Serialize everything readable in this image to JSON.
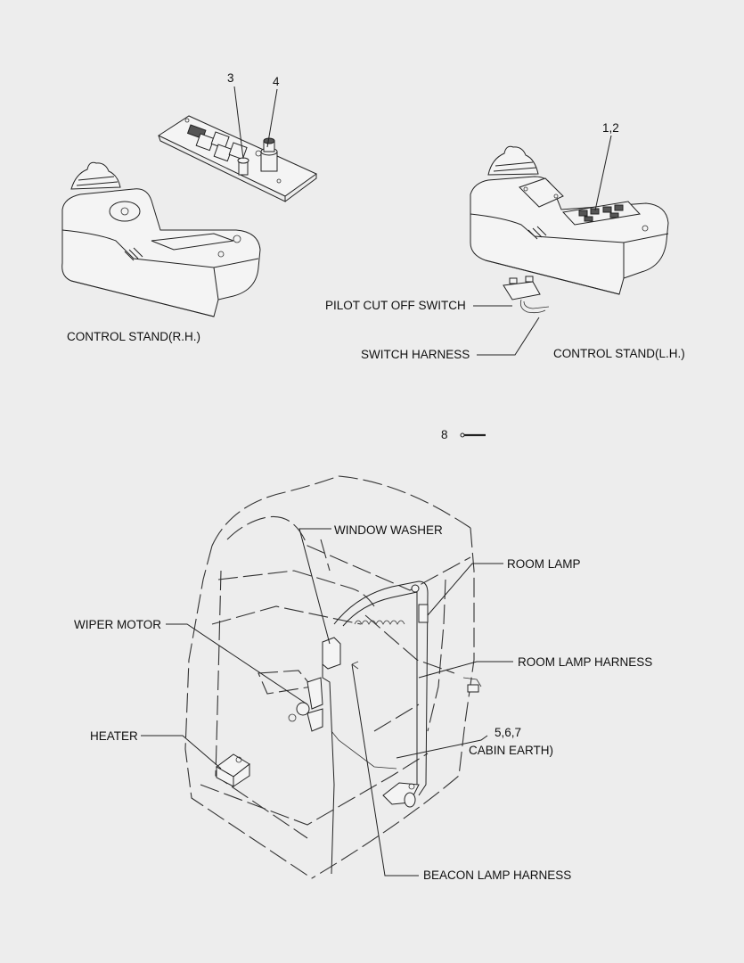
{
  "labels": {
    "control_stand_rh": "CONTROL STAND(R.H.)",
    "control_stand_lh": "CONTROL STAND(L.H.)",
    "pilot_cut_off_switch": "PILOT CUT OFF SWITCH",
    "switch_harness": "SWITCH HARNESS",
    "window_washer": "WINDOW WASHER",
    "room_lamp": "ROOM LAMP",
    "wiper_motor": "WIPER MOTOR",
    "room_lamp_harness": "ROOM LAMP HARNESS",
    "heater": "HEATER",
    "cabin_earth_num": "5,6,7",
    "cabin_earth": "CABIN EARTH)",
    "beacon_lamp_harness": "BEACON LAMP HARNESS"
  },
  "callouts": {
    "c3": "3",
    "c4": "4",
    "c12": "1,2",
    "c8": "8"
  }
}
